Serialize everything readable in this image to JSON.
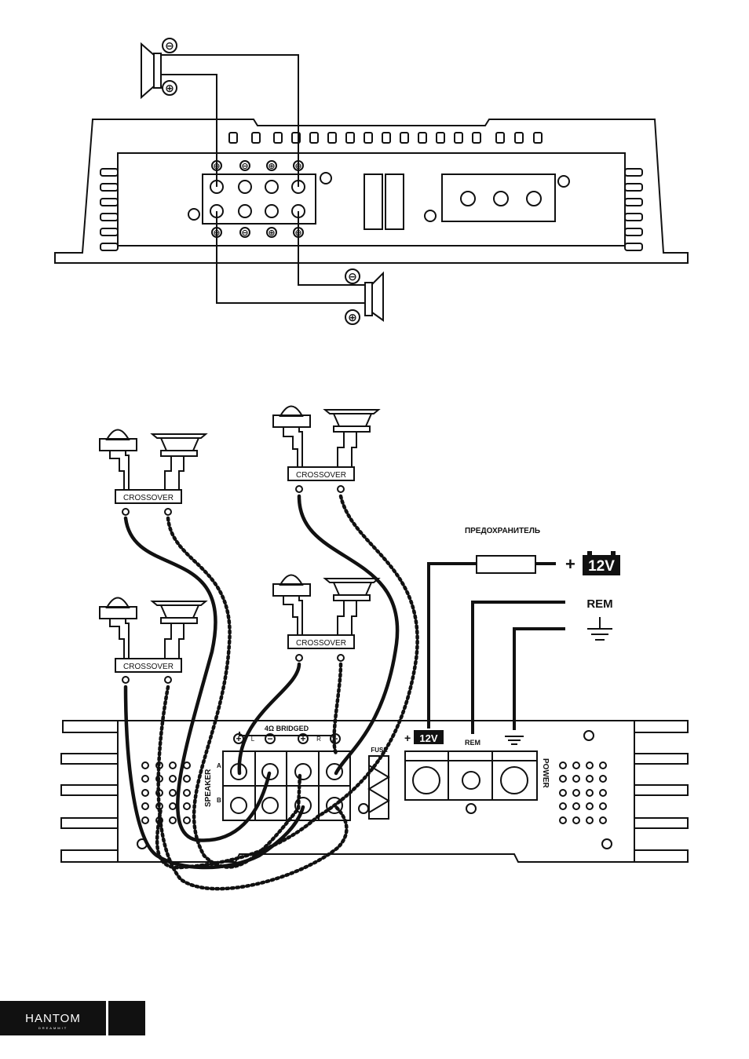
{
  "diagram_top": {
    "terminal_signs": [
      "⊕",
      "⊖",
      "⊕",
      "⊖"
    ],
    "speaker_top_signs": [
      "⊖",
      "⊕"
    ],
    "speaker_bottom_signs": [
      "⊖",
      "⊕"
    ]
  },
  "diagram_bottom": {
    "crossover_label": "CROSSOVER",
    "fuse_label_ru": "ПРЕДОХРАНИТЕЛЬ",
    "battery_label": "12V",
    "battery_plus": "+",
    "rem_label": "REM",
    "bridged_label": "4Ω BRIDGED",
    "channel_l": "L",
    "channel_r": "R",
    "speaker_label": "SPEAKER",
    "row_a": "A",
    "row_b": "B",
    "fuse_label": "FUSE",
    "power_label": "POWER"
  },
  "footer": {
    "brand": "HANTOM",
    "brand_sub": "DREAMMIT"
  }
}
